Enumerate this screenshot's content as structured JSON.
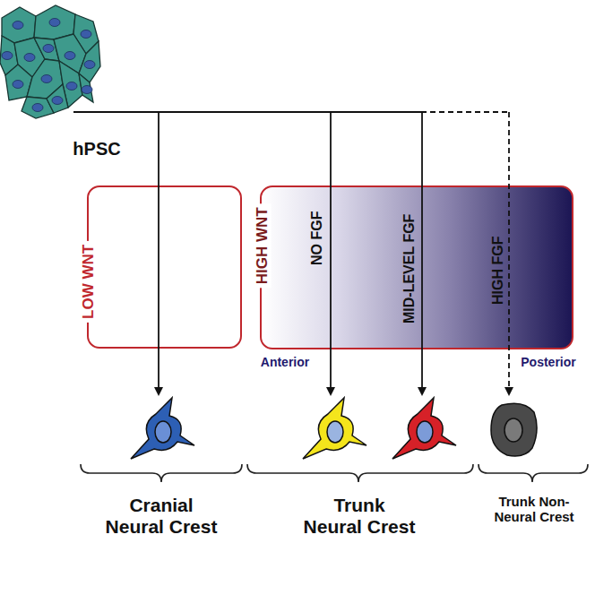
{
  "diagram": {
    "nodes": [
      {
        "text": [
          "hPSC"
        ]
      },
      {
        "text": [
          "LOW WNT"
        ]
      },
      {
        "text": [
          "HIGH WNT",
          "NO FGF",
          "MID-LEVEL FGF",
          "HIGH FGF"
        ]
      }
    ],
    "labels": [
      "Anterior",
      "Posterior",
      "Cranial Neural Crest",
      "Trunk Neural Crest",
      "Trunk Non-Neural Crest"
    ]
  }
}
